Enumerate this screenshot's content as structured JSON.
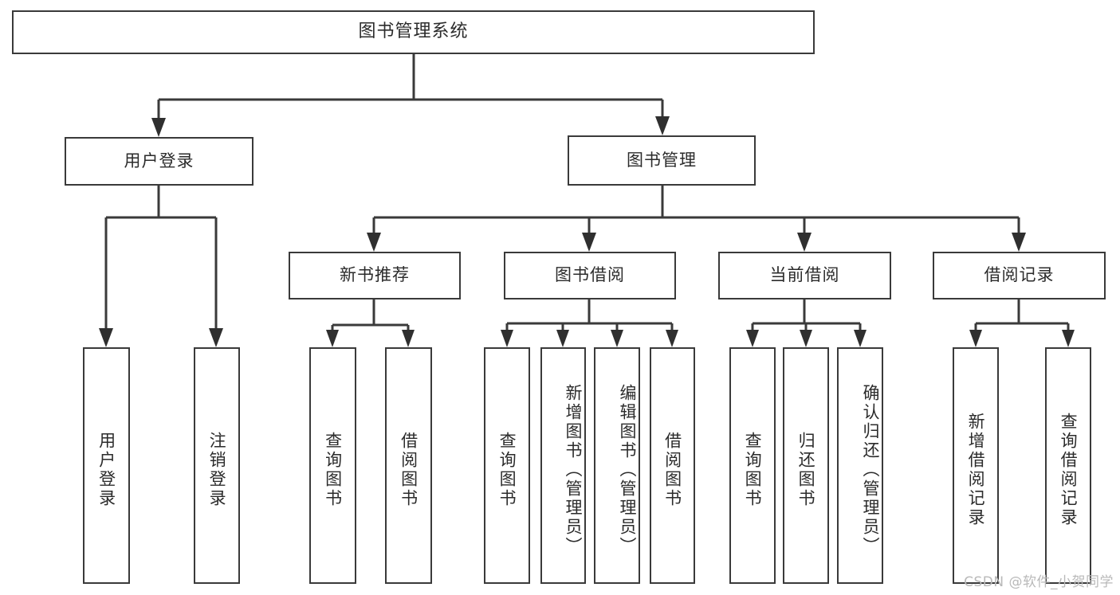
{
  "diagram": {
    "type": "tree-hierarchy-chart",
    "title": "图书管理系统",
    "root": {
      "label": "图书管理系统"
    },
    "level2": [
      {
        "id": "user-login",
        "label": "用户登录"
      },
      {
        "id": "book-management",
        "label": "图书管理"
      }
    ],
    "level3": [
      {
        "id": "new-book-recommend",
        "label": "新书推荐",
        "parent": "book-management"
      },
      {
        "id": "book-borrow",
        "label": "图书借阅",
        "parent": "book-management"
      },
      {
        "id": "current-borrow",
        "label": "当前借阅",
        "parent": "book-management"
      },
      {
        "id": "borrow-record",
        "label": "借阅记录",
        "parent": "book-management"
      }
    ],
    "leaves": {
      "user-login": [
        {
          "id": "leaf-user-login",
          "label": "用户登录"
        },
        {
          "id": "leaf-user-logout",
          "label": "注销登录"
        }
      ],
      "new-book-recommend": [
        {
          "id": "leaf-query-book-1",
          "label": "查询图书"
        },
        {
          "id": "leaf-borrow-book-1",
          "label": "借阅图书"
        }
      ],
      "book-borrow": [
        {
          "id": "leaf-query-book-2",
          "label": "查询图书"
        },
        {
          "id": "leaf-add-book",
          "label": "新增图书（管理员）"
        },
        {
          "id": "leaf-edit-book",
          "label": "编辑图书（管理员）"
        },
        {
          "id": "leaf-borrow-book-2",
          "label": "借阅图书"
        }
      ],
      "current-borrow": [
        {
          "id": "leaf-query-book-3",
          "label": "查询图书"
        },
        {
          "id": "leaf-return-book",
          "label": "归还图书"
        },
        {
          "id": "leaf-confirm-return",
          "label": "确认归还（管理员）"
        }
      ],
      "borrow-record": [
        {
          "id": "leaf-add-record",
          "label": "新增借阅记录"
        },
        {
          "id": "leaf-query-record",
          "label": "查询借阅记录"
        }
      ]
    },
    "colors": {
      "stroke": "#3a3a3a",
      "text": "#2b2b2b",
      "background": "#ffffff",
      "watermark": "#b9b9b9"
    }
  },
  "watermark": {
    "text": "CSDN @软件_小贺同学"
  }
}
